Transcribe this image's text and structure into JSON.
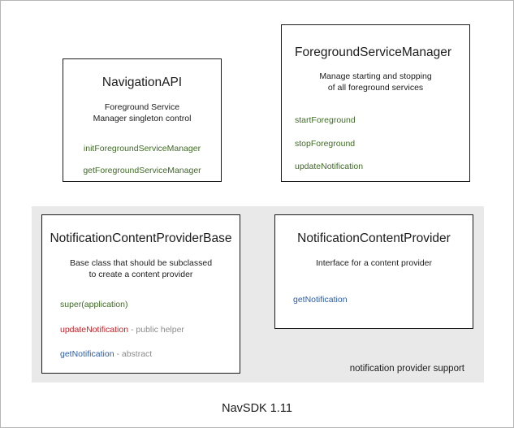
{
  "diagram": {
    "footer_caption": "NavSDK 1.11",
    "colors": {
      "method_green": "#3f6b26",
      "method_red": "#cc2026",
      "method_blue": "#2a5caa",
      "note_gray": "#8c8c8c",
      "panel_background": "#e9e9e9",
      "box_border": "#1a1a1a",
      "text": "#1c1c1c"
    },
    "boxes": {
      "navigation_api": {
        "title": "NavigationAPI",
        "description_line1": "Foreground Service",
        "description_line2": "Manager singleton control",
        "members": [
          {
            "name": "initForegroundServiceManager",
            "note": ""
          },
          {
            "name": "getForegroundServiceManager",
            "note": ""
          }
        ]
      },
      "foreground_service_manager": {
        "title": "ForegroundServiceManager",
        "description_line1": "Manage starting and stopping",
        "description_line2": "of all foreground services",
        "members": [
          {
            "name": "startForeground",
            "note": ""
          },
          {
            "name": "stopForeground",
            "note": ""
          },
          {
            "name": "updateNotification",
            "note": ""
          }
        ]
      },
      "notification_content_provider_base": {
        "title": "NotificationContentProviderBase",
        "description_line1": "Base class that should be subclassed",
        "description_line2": "to create a content provider",
        "members": [
          {
            "name": "super(application)",
            "note": ""
          },
          {
            "name": "updateNotification",
            "note": " - public helper"
          },
          {
            "name": "getNotification",
            "note": " - abstract"
          }
        ]
      },
      "notification_content_provider": {
        "title": "NotificationContentProvider",
        "description_line1": "Interface for a content provider",
        "description_line2": "",
        "members": [
          {
            "name": "getNotification",
            "note": ""
          }
        ]
      }
    },
    "panel": {
      "label": "notification provider support"
    }
  }
}
